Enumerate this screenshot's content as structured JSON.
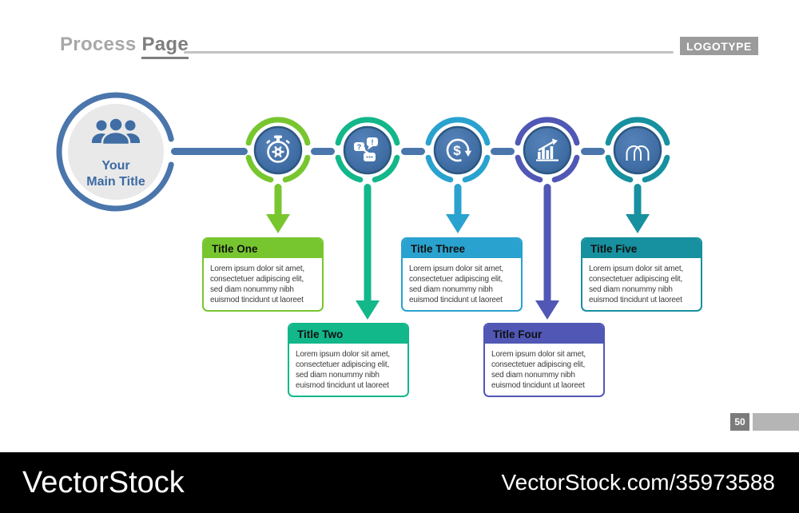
{
  "header": {
    "title_word1": "Process",
    "title_word2": "Page",
    "logotype": "LOGOTYPE"
  },
  "main_circle": {
    "icon": "people-group-icon",
    "title_line1": "Your",
    "title_line2": "Main Title"
  },
  "colors": {
    "connector": "#4a76ac",
    "inner_circle_fill": "#3f6da4",
    "inner_circle_edge": "#2d5781",
    "main_circle_gray": "#e9e9e9",
    "main_title_text": "#3a6aa4"
  },
  "nodes": [
    {
      "icon": "stopwatch-gear-icon",
      "color": "#78c62f"
    },
    {
      "icon": "speech-bubbles-icon",
      "color": "#12b78a"
    },
    {
      "icon": "dollar-cycle-icon",
      "color": "#2aa2cf"
    },
    {
      "icon": "growth-chart-icon",
      "color": "#5057b5"
    },
    {
      "icon": "two-heads-icon",
      "color": "#17909f"
    }
  ],
  "icon_glyphs": {
    "question": "?",
    "exclaim": "!",
    "dollar": "$"
  },
  "boxes": [
    {
      "title": "Title One",
      "color": "#78c62f",
      "body": "Lorem ipsum dolor sit amet,\nconsectetuer adipiscing elit,\nsed diam nonummy nibh\neuismod tincidunt ut laoreet"
    },
    {
      "title": "Title Two",
      "color": "#12b78a",
      "body": "Lorem ipsum dolor sit amet,\nconsectetuer adipiscing elit,\nsed diam nonummy nibh\neuismod tincidunt ut laoreet"
    },
    {
      "title": "Title Three",
      "color": "#2aa2cf",
      "body": "Lorem ipsum dolor sit amet,\nconsectetuer adipiscing elit,\nsed diam nonummy nibh\neuismod tincidunt ut laoreet"
    },
    {
      "title": "Title Four",
      "color": "#5057b5",
      "body": "Lorem ipsum dolor sit amet,\nconsectetuer adipiscing elit,\nsed diam nonummy nibh\neuismod tincidunt ut laoreet"
    },
    {
      "title": "Title Five",
      "color": "#17909f",
      "body": "Lorem ipsum dolor sit amet,\nconsectetuer adipiscing elit,\nsed diam nonummy nibh\neuismod tincidunt ut laoreet"
    }
  ],
  "page_number": "50",
  "watermark": {
    "left": "VectorStock",
    "right": "VectorStock.com/35973588"
  }
}
